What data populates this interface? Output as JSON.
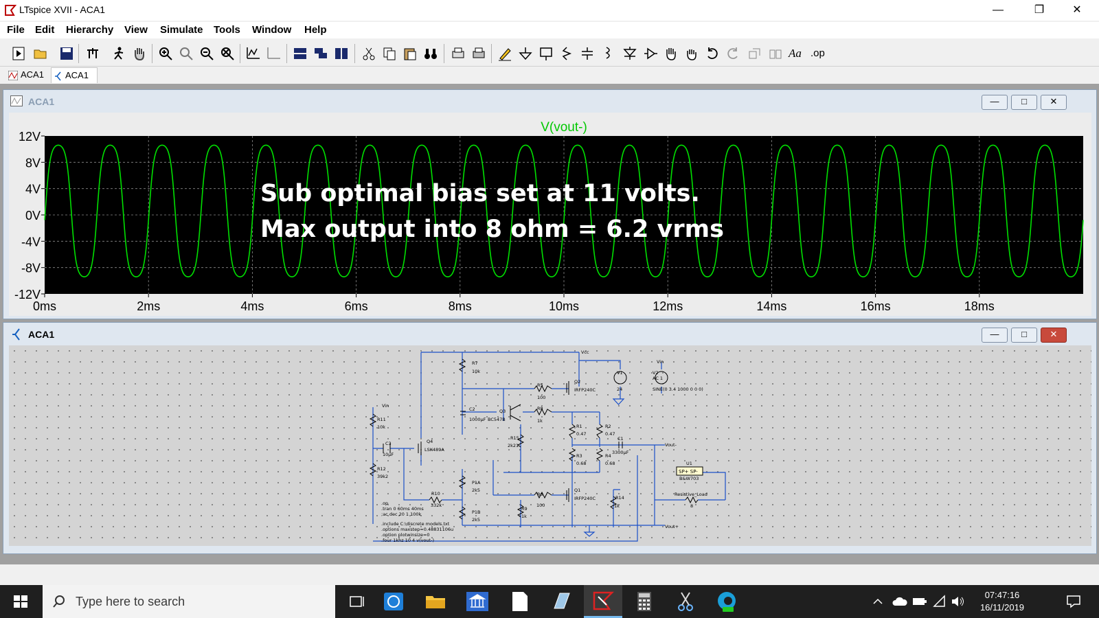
{
  "window": {
    "title": "LTspice XVII - ACA1"
  },
  "menu": [
    "File",
    "Edit",
    "Hierarchy",
    "View",
    "Simulate",
    "Tools",
    "Window",
    "Help"
  ],
  "tabs": [
    {
      "label": "ACA1"
    },
    {
      "label": "ACA1"
    }
  ],
  "toolbar": {
    "aa_label": "Aa",
    "op_label": ".op"
  },
  "waveform_pane": {
    "title": "ACA1"
  },
  "schematic_pane": {
    "title": "ACA1"
  },
  "chart_data": {
    "type": "line",
    "series": [
      {
        "name": "V(vout-)",
        "color": "#00e000",
        "frequency_hz": 1000,
        "max_v": 10.6,
        "min_v": -9.4,
        "start_v": -0.2
      }
    ],
    "xlabel": "",
    "ylabel": "",
    "x_ticks": [
      "0ms",
      "2ms",
      "4ms",
      "6ms",
      "8ms",
      "10ms",
      "12ms",
      "14ms",
      "16ms",
      "18ms"
    ],
    "y_ticks": [
      "12V",
      "8V",
      "4V",
      "0V",
      "-4V",
      "-8V",
      "-12V"
    ],
    "xlim_ms": [
      0,
      20
    ],
    "ylim_v": [
      -12,
      12
    ],
    "annotations": [
      "Sub optimal bias set at 11 volts.",
      "Max output into 8 ohm = 6.2 vrms"
    ],
    "grid": true,
    "background": "#000000"
  },
  "schematic": {
    "nets": [
      "Vcc",
      "Vin",
      "Vout-",
      "Vout+"
    ],
    "components": [
      {
        "ref": "R7",
        "value": "10k"
      },
      {
        "ref": "R5",
        "value": "100"
      },
      {
        "ref": "Q2",
        "value": "IRFP240C"
      },
      {
        "ref": "V1",
        "value": "24"
      },
      {
        "ref": "V2",
        "value": "AC 1"
      },
      {
        "ref": "V2_src",
        "value": "SINE(0 3.4 1000 0 0 0)"
      },
      {
        "ref": "R11",
        "value": "10k"
      },
      {
        "ref": "C2",
        "value": "1000µF"
      },
      {
        "ref": "Q3",
        "value": "BC547B"
      },
      {
        "ref": "R8",
        "value": "1k"
      },
      {
        "ref": "R1",
        "value": "0.47"
      },
      {
        "ref": "R2",
        "value": "0.47"
      },
      {
        "ref": "C1",
        "value": "3300µF"
      },
      {
        "ref": "C3",
        "value": "10µF"
      },
      {
        "ref": "Q4",
        "value": "LSK489A"
      },
      {
        "ref": "R15",
        "value": "2k21"
      },
      {
        "ref": "R3",
        "value": "0.68"
      },
      {
        "ref": "R4",
        "value": "0.68"
      },
      {
        "ref": "U1",
        "value": "B&W703"
      },
      {
        "ref": "R12",
        "value": "39k2"
      },
      {
        "ref": "P1A",
        "value": "2k5"
      },
      {
        "ref": "R6",
        "value": "100"
      },
      {
        "ref": "Q1",
        "value": "IRFP240C"
      },
      {
        "ref": "R14",
        "value": "1k"
      },
      {
        "ref": "R10",
        "value": "332k"
      },
      {
        "ref": "R9",
        "value": "1k"
      },
      {
        "ref": "P1B",
        "value": "2k5"
      },
      {
        "ref": "Resistive_Load",
        "value": "8"
      }
    ],
    "u1_pins": "SP+ SP-",
    "directives": [
      ".op",
      ".tran 0 60ms 40ms",
      ";ac dec 20 1 100k",
      ".include C:\\discrete models.txt",
      ".options maxstep=0.48831106u",
      ".option plotwinsize=0",
      ".four 1khz 10 4 v(vout-)"
    ]
  },
  "taskbar": {
    "search_placeholder": "Type here to search",
    "time": "07:47:16",
    "date": "16/11/2019"
  }
}
